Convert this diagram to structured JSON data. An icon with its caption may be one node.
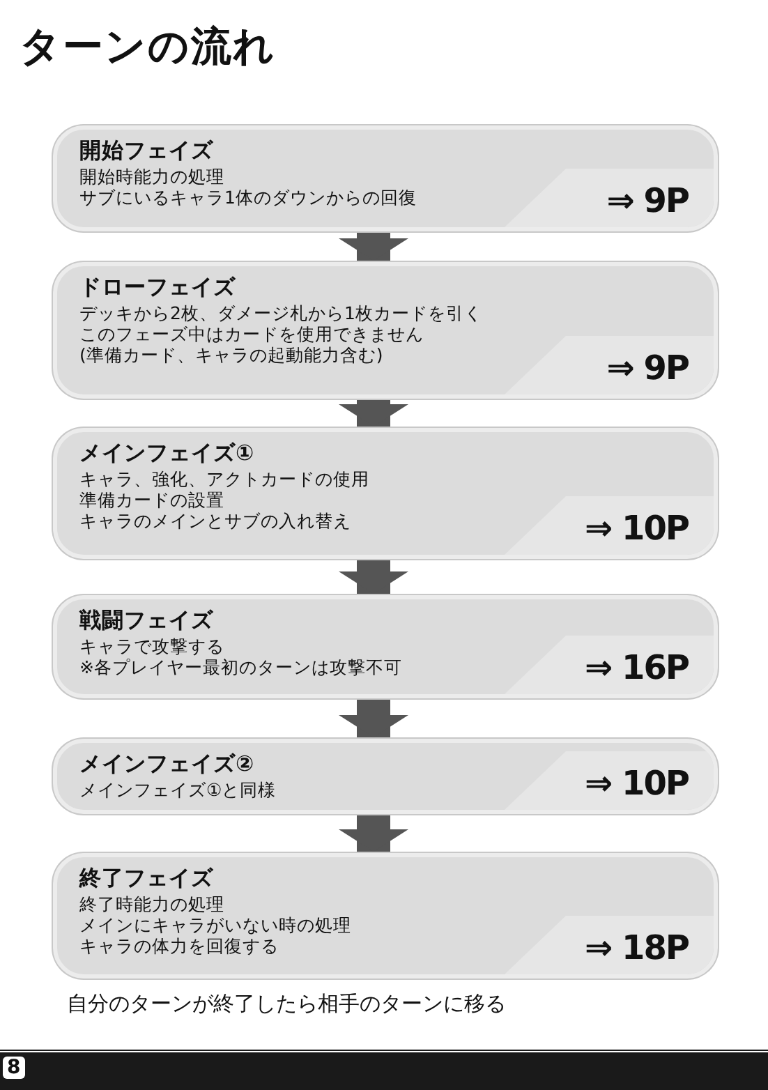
{
  "diagram": {
    "title": "ターンの流れ",
    "nodes": [
      {
        "text": [
          "開始フェイズ",
          "開始時能力の処理",
          "サブにいるキャラ1体のダウンからの回復",
          "⇒ 9P"
        ]
      },
      {
        "text": [
          "ドローフェイズ",
          "デッキから2枚、ダメージ札から1枚カードを引く",
          "このフェーズ中はカードを使用できません",
          "(準備カード、キャラの起動能力含む)",
          "⇒ 9P"
        ]
      },
      {
        "text": [
          "メインフェイズ①",
          "キャラ、強化、アクトカードの使用",
          "準備カードの設置",
          "キャラのメインとサブの入れ替え",
          "⇒ 10P"
        ]
      },
      {
        "text": [
          "戦闘フェイズ",
          "キャラで攻撃する",
          "※各プレイヤー最初のターンは攻撃不可",
          "⇒ 16P"
        ]
      },
      {
        "text": [
          "メインフェイズ②",
          "メインフェイズ①と同様",
          "⇒ 10P"
        ]
      },
      {
        "text": [
          "終了フェイズ",
          "終了時能力の処理",
          "メインにキャラがいない時の処理",
          "キャラの体力を回復する",
          "⇒ 18P"
        ]
      }
    ],
    "edges": [
      {
        "from": 0,
        "to": 1,
        "arrow": "to"
      },
      {
        "from": 1,
        "to": 2,
        "arrow": "to"
      },
      {
        "from": 2,
        "to": 3,
        "arrow": "to"
      },
      {
        "from": 3,
        "to": 4,
        "arrow": "to"
      },
      {
        "from": 4,
        "to": 5,
        "arrow": "to"
      }
    ],
    "labels": [
      "自分のターンが終了したら相手のターンに移る",
      "8"
    ]
  }
}
